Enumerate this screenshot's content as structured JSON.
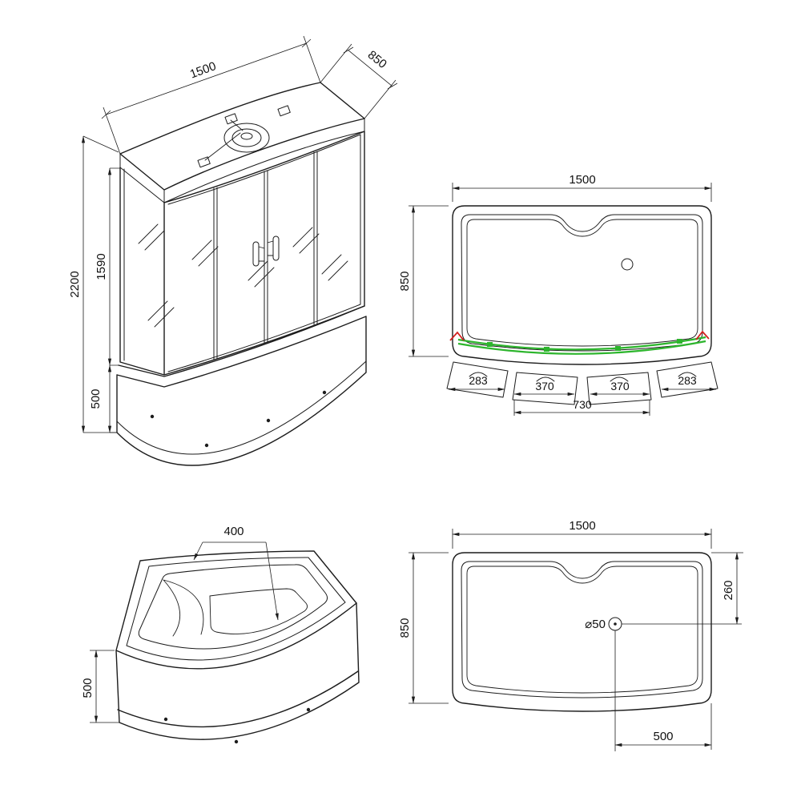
{
  "title": "shower-cabin-bathtub-technical-drawing",
  "colors": {
    "line": "#1c1c1c",
    "track_green": "#2db52d",
    "accent_red": "#d42020"
  },
  "views": {
    "cabin_iso": {
      "width": "1500",
      "depth": "850",
      "total_height": "2200",
      "glass_height": "1590",
      "base_height": "500"
    },
    "plan_doors": {
      "width": "1500",
      "depth": "850",
      "door_left": "283",
      "door_mid_left": "370",
      "door_mid_right": "370",
      "door_right": "283",
      "doors_center_span": "730"
    },
    "tub_iso": {
      "top_width": "400",
      "base_height": "500"
    },
    "plan_drain": {
      "width": "1500",
      "depth": "850",
      "drain_diameter": "⌀50",
      "drain_offset_top": "260",
      "drain_offset_right": "500"
    }
  }
}
